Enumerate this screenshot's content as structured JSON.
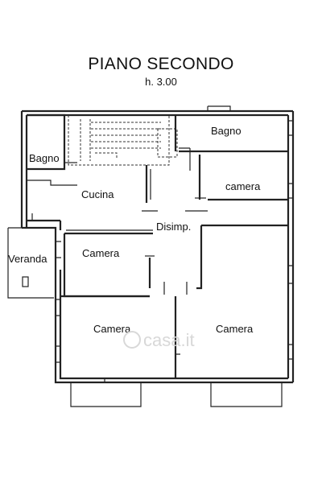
{
  "header": {
    "title": "PIANO SECONDO",
    "subtitle": "h. 3.00"
  },
  "rooms": {
    "bagno_left": "Bagno",
    "bagno_right": "Bagno",
    "cucina": "Cucina",
    "camera_small": "camera",
    "disimpegno": "Disimp.",
    "camera_mid": "Camera",
    "veranda": "Veranda",
    "camera_bottom_left": "Camera",
    "camera_bottom_right": "Camera"
  },
  "watermark": {
    "text": "casa.it"
  },
  "colors": {
    "wall": "#222222",
    "background": "#ffffff"
  }
}
